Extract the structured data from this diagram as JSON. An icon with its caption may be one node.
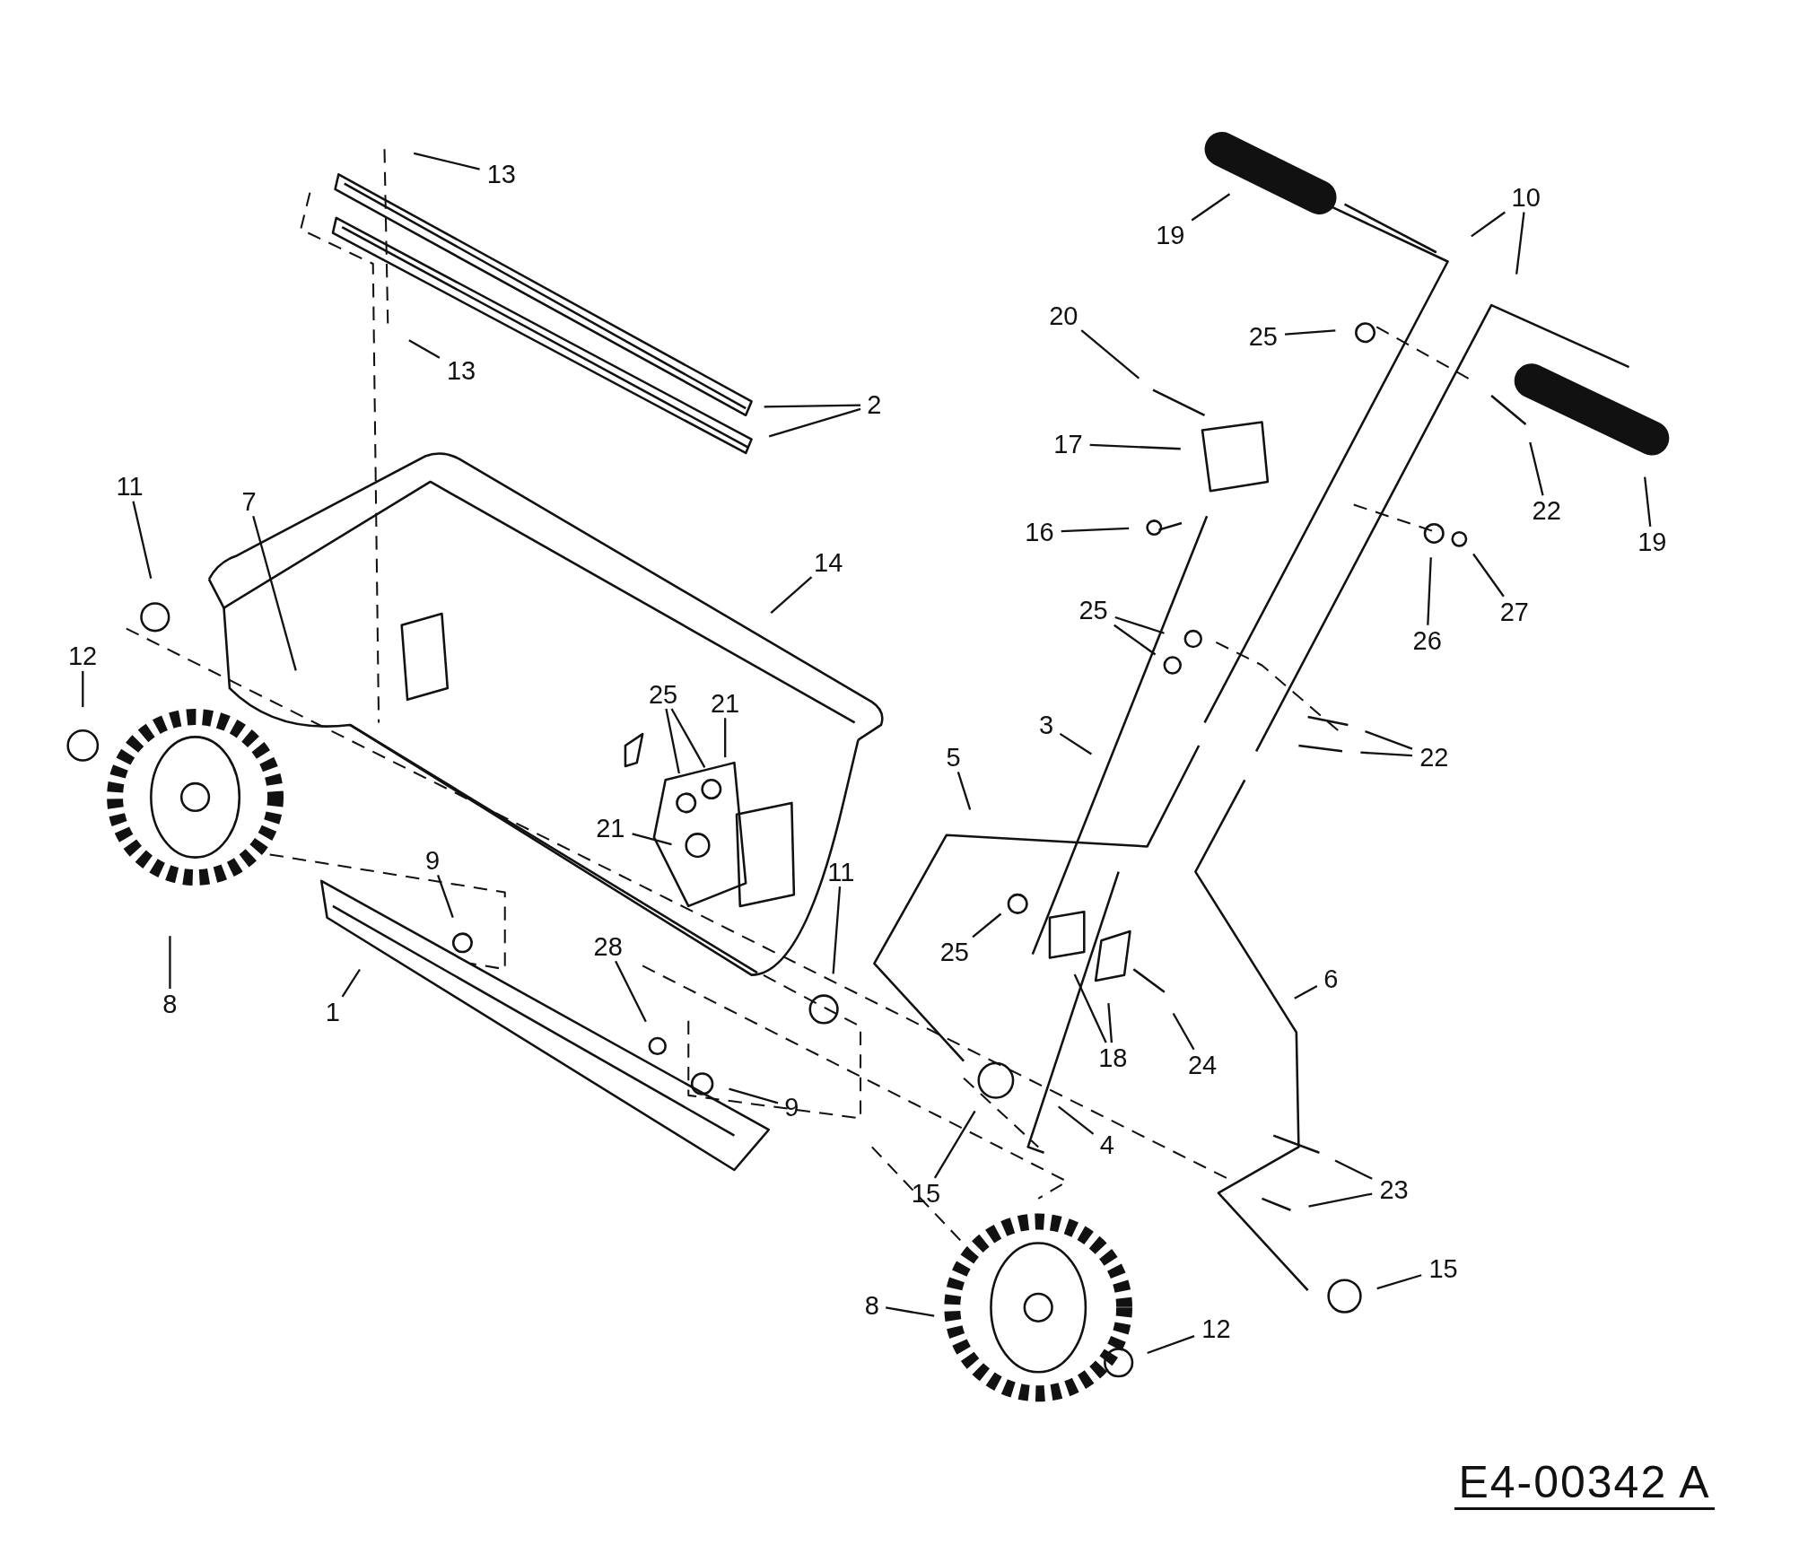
{
  "diagram": {
    "nodes": [
      {
        "text": [
          "13"
        ]
      },
      {
        "text": [
          "10"
        ]
      },
      {
        "text": [
          "19"
        ]
      },
      {
        "text": [
          "20"
        ]
      },
      {
        "text": [
          "25"
        ]
      },
      {
        "text": [
          "13"
        ]
      },
      {
        "text": [
          "2"
        ]
      },
      {
        "text": [
          "17"
        ]
      },
      {
        "text": [
          "11"
        ]
      },
      {
        "text": [
          "7"
        ]
      },
      {
        "text": [
          "22"
        ]
      },
      {
        "text": [
          "16"
        ]
      },
      {
        "text": [
          "19"
        ]
      },
      {
        "text": [
          "14"
        ]
      },
      {
        "text": [
          "25"
        ]
      },
      {
        "text": [
          "27"
        ]
      },
      {
        "text": [
          "26"
        ]
      },
      {
        "text": [
          "12"
        ]
      },
      {
        "text": [
          "25"
        ]
      },
      {
        "text": [
          "21"
        ]
      },
      {
        "text": [
          "3"
        ]
      },
      {
        "text": [
          "5"
        ]
      },
      {
        "text": [
          "22"
        ]
      },
      {
        "text": [
          "21"
        ]
      },
      {
        "text": [
          "9"
        ]
      },
      {
        "text": [
          "11"
        ]
      },
      {
        "text": [
          "28"
        ]
      },
      {
        "text": [
          "25"
        ]
      },
      {
        "text": [
          "6"
        ]
      },
      {
        "text": [
          "8"
        ]
      },
      {
        "text": [
          "1"
        ]
      },
      {
        "text": [
          "18"
        ]
      },
      {
        "text": [
          "24"
        ]
      },
      {
        "text": [
          "9"
        ]
      },
      {
        "text": [
          "4"
        ]
      },
      {
        "text": [
          "23"
        ]
      },
      {
        "text": [
          "15"
        ]
      },
      {
        "text": [
          "15"
        ]
      },
      {
        "text": [
          "8"
        ]
      },
      {
        "text": [
          "12"
        ]
      }
    ],
    "edges": [
      {
        "from": 0,
        "to": null,
        "arrow": "none"
      },
      {
        "from": 1,
        "to": null,
        "arrow": "none"
      },
      {
        "from": 1,
        "to": null,
        "arrow": "none"
      },
      {
        "from": 2,
        "to": null,
        "arrow": "none"
      },
      {
        "from": 3,
        "to": null,
        "arrow": "none"
      },
      {
        "from": 4,
        "to": null,
        "arrow": "none"
      },
      {
        "from": 5,
        "to": null,
        "arrow": "none"
      },
      {
        "from": 6,
        "to": null,
        "arrow": "none"
      },
      {
        "from": 6,
        "to": null,
        "arrow": "none"
      },
      {
        "from": 7,
        "to": null,
        "arrow": "none"
      },
      {
        "from": 8,
        "to": null,
        "arrow": "none"
      },
      {
        "from": 9,
        "to": null,
        "arrow": "none"
      },
      {
        "from": 10,
        "to": null,
        "arrow": "none"
      },
      {
        "from": 11,
        "to": null,
        "arrow": "none"
      },
      {
        "from": 12,
        "to": null,
        "arrow": "none"
      },
      {
        "from": 13,
        "to": null,
        "arrow": "none"
      },
      {
        "from": 14,
        "to": null,
        "arrow": "none"
      },
      {
        "from": 14,
        "to": null,
        "arrow": "none"
      },
      {
        "from": 15,
        "to": null,
        "arrow": "none"
      },
      {
        "from": 16,
        "to": null,
        "arrow": "none"
      },
      {
        "from": 17,
        "to": null,
        "arrow": "none"
      },
      {
        "from": 18,
        "to": null,
        "arrow": "none"
      },
      {
        "from": 18,
        "to": null,
        "arrow": "none"
      },
      {
        "from": 19,
        "to": null,
        "arrow": "none"
      },
      {
        "from": 20,
        "to": null,
        "arrow": "none"
      },
      {
        "from": 21,
        "to": null,
        "arrow": "none"
      },
      {
        "from": 22,
        "to": null,
        "arrow": "none"
      },
      {
        "from": 22,
        "to": null,
        "arrow": "none"
      },
      {
        "from": 23,
        "to": null,
        "arrow": "none"
      },
      {
        "from": 24,
        "to": null,
        "arrow": "none"
      },
      {
        "from": 25,
        "to": null,
        "arrow": "none"
      },
      {
        "from": 26,
        "to": null,
        "arrow": "none"
      },
      {
        "from": 27,
        "to": null,
        "arrow": "none"
      },
      {
        "from": 28,
        "to": null,
        "arrow": "none"
      },
      {
        "from": 29,
        "to": null,
        "arrow": "none"
      },
      {
        "from": 30,
        "to": null,
        "arrow": "none"
      },
      {
        "from": 31,
        "to": null,
        "arrow": "none"
      },
      {
        "from": 31,
        "to": null,
        "arrow": "none"
      },
      {
        "from": 32,
        "to": null,
        "arrow": "none"
      },
      {
        "from": 33,
        "to": null,
        "arrow": "none"
      },
      {
        "from": 34,
        "to": null,
        "arrow": "none"
      },
      {
        "from": 35,
        "to": null,
        "arrow": "none"
      },
      {
        "from": 35,
        "to": null,
        "arrow": "none"
      },
      {
        "from": 36,
        "to": null,
        "arrow": "none"
      },
      {
        "from": 37,
        "to": null,
        "arrow": "none"
      },
      {
        "from": 38,
        "to": null,
        "arrow": "none"
      },
      {
        "from": 39,
        "to": null,
        "arrow": "none"
      }
    ],
    "labels": [
      "E4-00342 A"
    ]
  }
}
